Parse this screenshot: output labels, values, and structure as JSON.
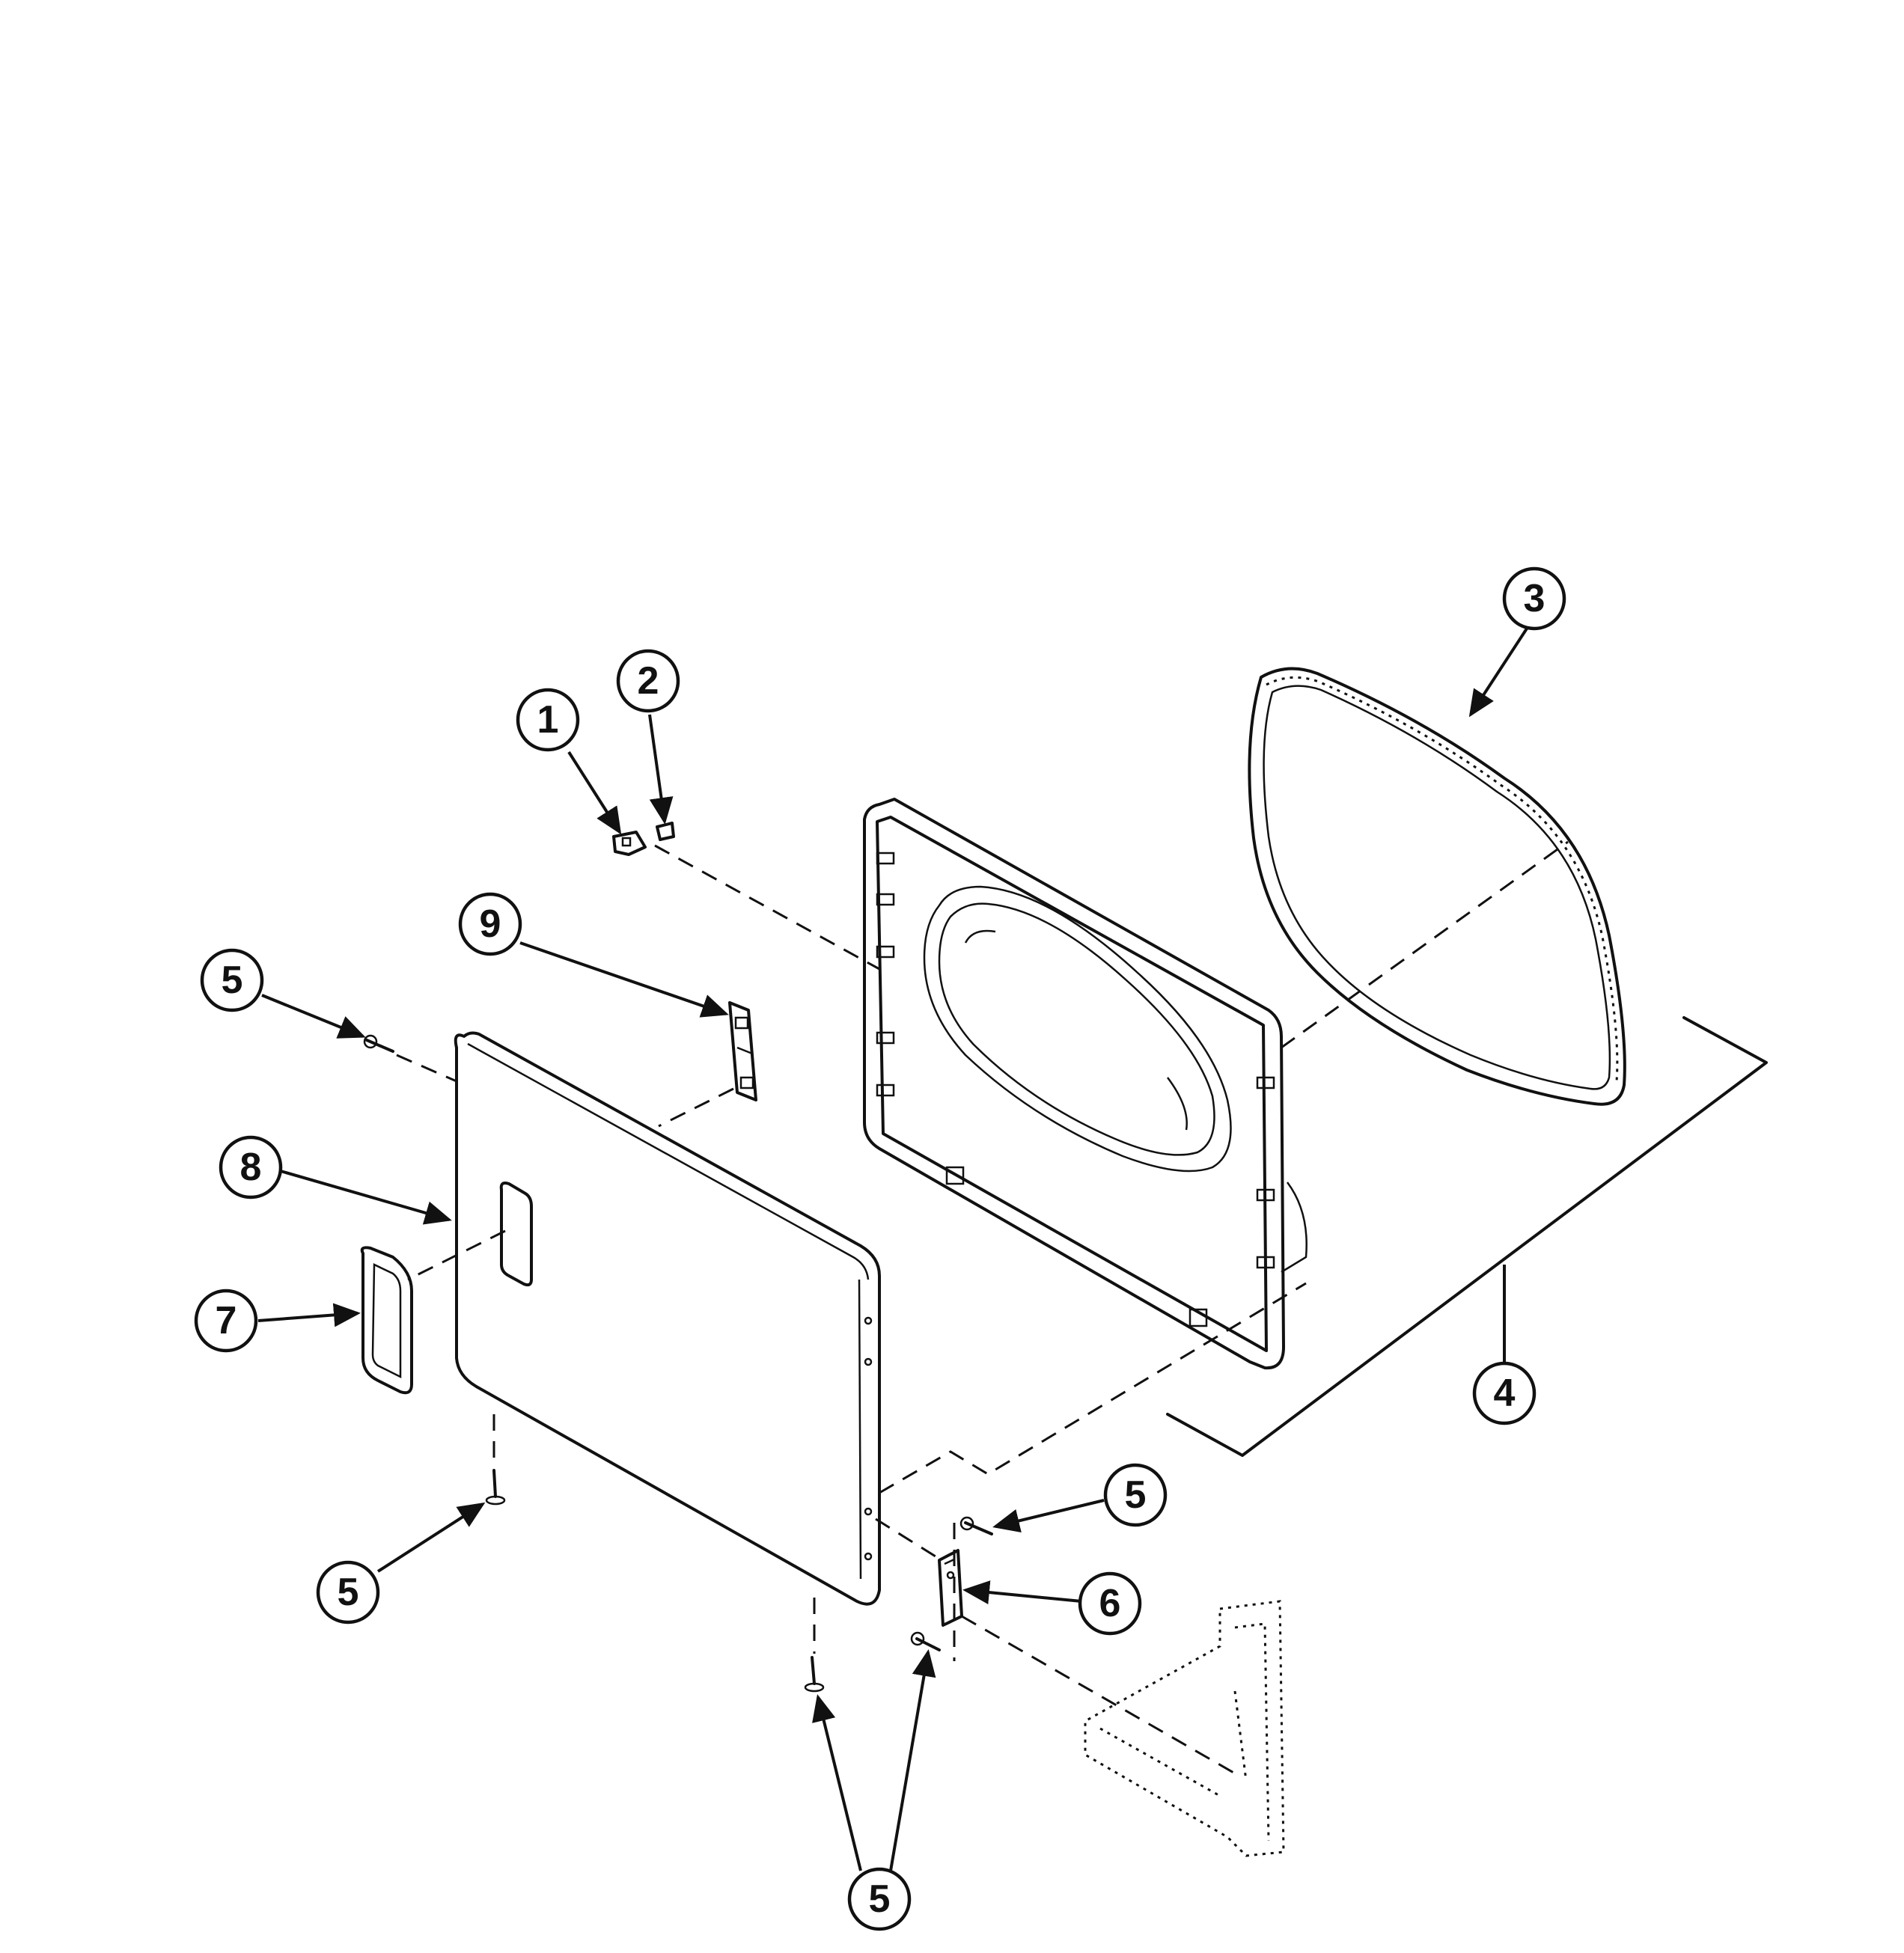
{
  "callouts": {
    "c1": "1",
    "c2": "2",
    "c3": "3",
    "c4": "4",
    "c5_top_left": "5",
    "c5_bottom_left": "5",
    "c5_right": "5",
    "c5_bottom": "5",
    "c6": "6",
    "c7": "7",
    "c8": "8",
    "c9": "9"
  },
  "colors": {
    "ink": "#111111",
    "paper": "#ffffff"
  }
}
